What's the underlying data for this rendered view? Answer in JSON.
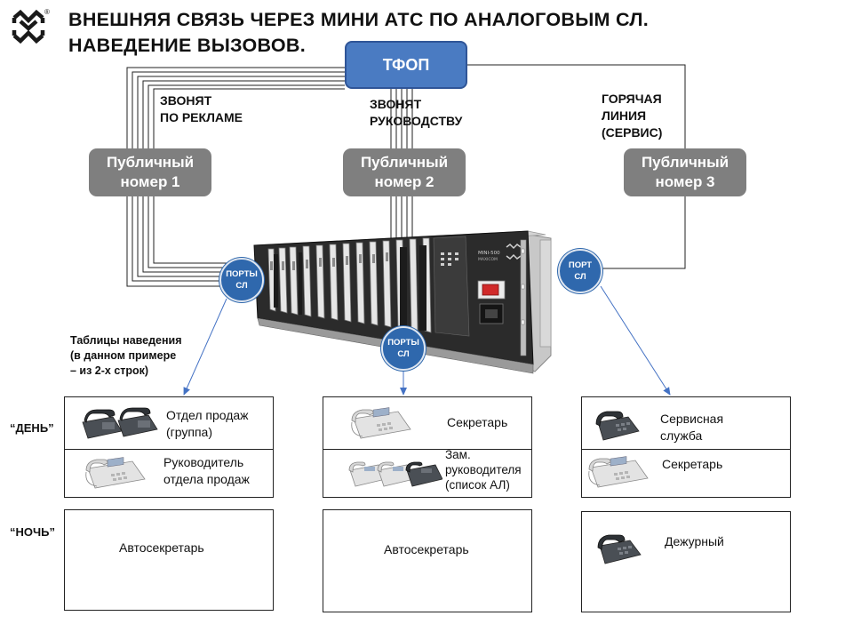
{
  "title": {
    "line1": "ВНЕШНЯЯ СВЯЗЬ ЧЕРЕЗ МИНИ АТС ПО АНАЛОГОВЫМ СЛ.",
    "line2": "НАВЕДЕНИЕ ВЫЗОВОВ."
  },
  "logo": {
    "icon": "mm-logo-icon",
    "mark": "®"
  },
  "device": {
    "model": "MINI-500",
    "brand": "MAXICOM"
  },
  "tfop": {
    "label": "ТФОП",
    "color": "#4a7bc2"
  },
  "public_numbers": [
    {
      "label": "Публичный номер 1",
      "caption_lines": [
        "ЗВОНЯТ",
        "ПО РЕКЛАМЕ"
      ]
    },
    {
      "label": "Публичный номер 2",
      "caption_lines": [
        "ЗВОНЯТ",
        "РУКОВОДСТВУ"
      ]
    },
    {
      "label": "Публичный номер 3",
      "caption_lines": [
        "ГОРЯЧАЯ",
        "ЛИНИЯ",
        "(СЕРВИС)"
      ]
    }
  ],
  "ports": [
    {
      "line1": "ПОРТЫ",
      "line2": "СЛ"
    },
    {
      "line1": "ПОРТЫ",
      "line2": "СЛ"
    },
    {
      "line1": "ПОРТ",
      "line2": "СЛ"
    }
  ],
  "routing_note": [
    "Таблицы наведения",
    "(в данном примере",
    "– из 2-х строк)"
  ],
  "row_labels": {
    "day": "“ДЕНЬ”",
    "night": "“НОЧЬ”"
  },
  "tables": [
    {
      "day": [
        {
          "lines": [
            "Отдел продаж",
            "(группа)"
          ],
          "icon": "two-dark-phones-icon"
        },
        {
          "lines": [
            "Руководитель",
            "отдела продаж"
          ],
          "icon": "system-phone-icon"
        }
      ],
      "night": {
        "text": "Автосекретарь"
      }
    },
    {
      "day": [
        {
          "lines": [
            "Секретарь"
          ],
          "icon": "system-phone-icon"
        },
        {
          "lines": [
            "Зам.",
            "руководителя",
            "(список АЛ)"
          ],
          "icon": "three-phones-icon"
        }
      ],
      "night": {
        "text": "Автосекретарь"
      }
    },
    {
      "day": [
        {
          "lines": [
            "Сервисная",
            "служба"
          ],
          "icon": "dark-phone-icon"
        },
        {
          "lines": [
            "Секретарь"
          ],
          "icon": "system-phone-icon"
        }
      ],
      "night": {
        "text": "Дежурный",
        "icon": "dark-phone-icon"
      }
    }
  ],
  "colors": {
    "port_fill": "#2f68ad",
    "public_number_fill": "#7f7f7f",
    "arrow": "#4472c4"
  }
}
